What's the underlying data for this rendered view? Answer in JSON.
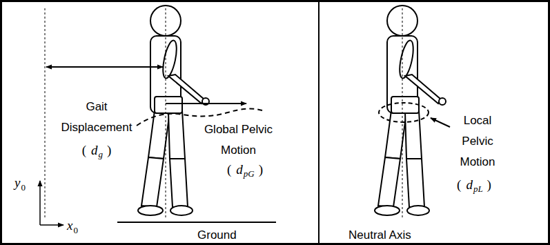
{
  "diagram": {
    "labels": [
      "Gait Displacement",
      "(",
      "d",
      "g",
      ")",
      "Global Pelvic Motion",
      "(",
      "d",
      "pG",
      ")",
      "y",
      "0",
      "x",
      "0",
      "Ground",
      "Local Pelvic Motion",
      "(",
      "d",
      "pL",
      ")",
      "Neutral Axis"
    ]
  }
}
